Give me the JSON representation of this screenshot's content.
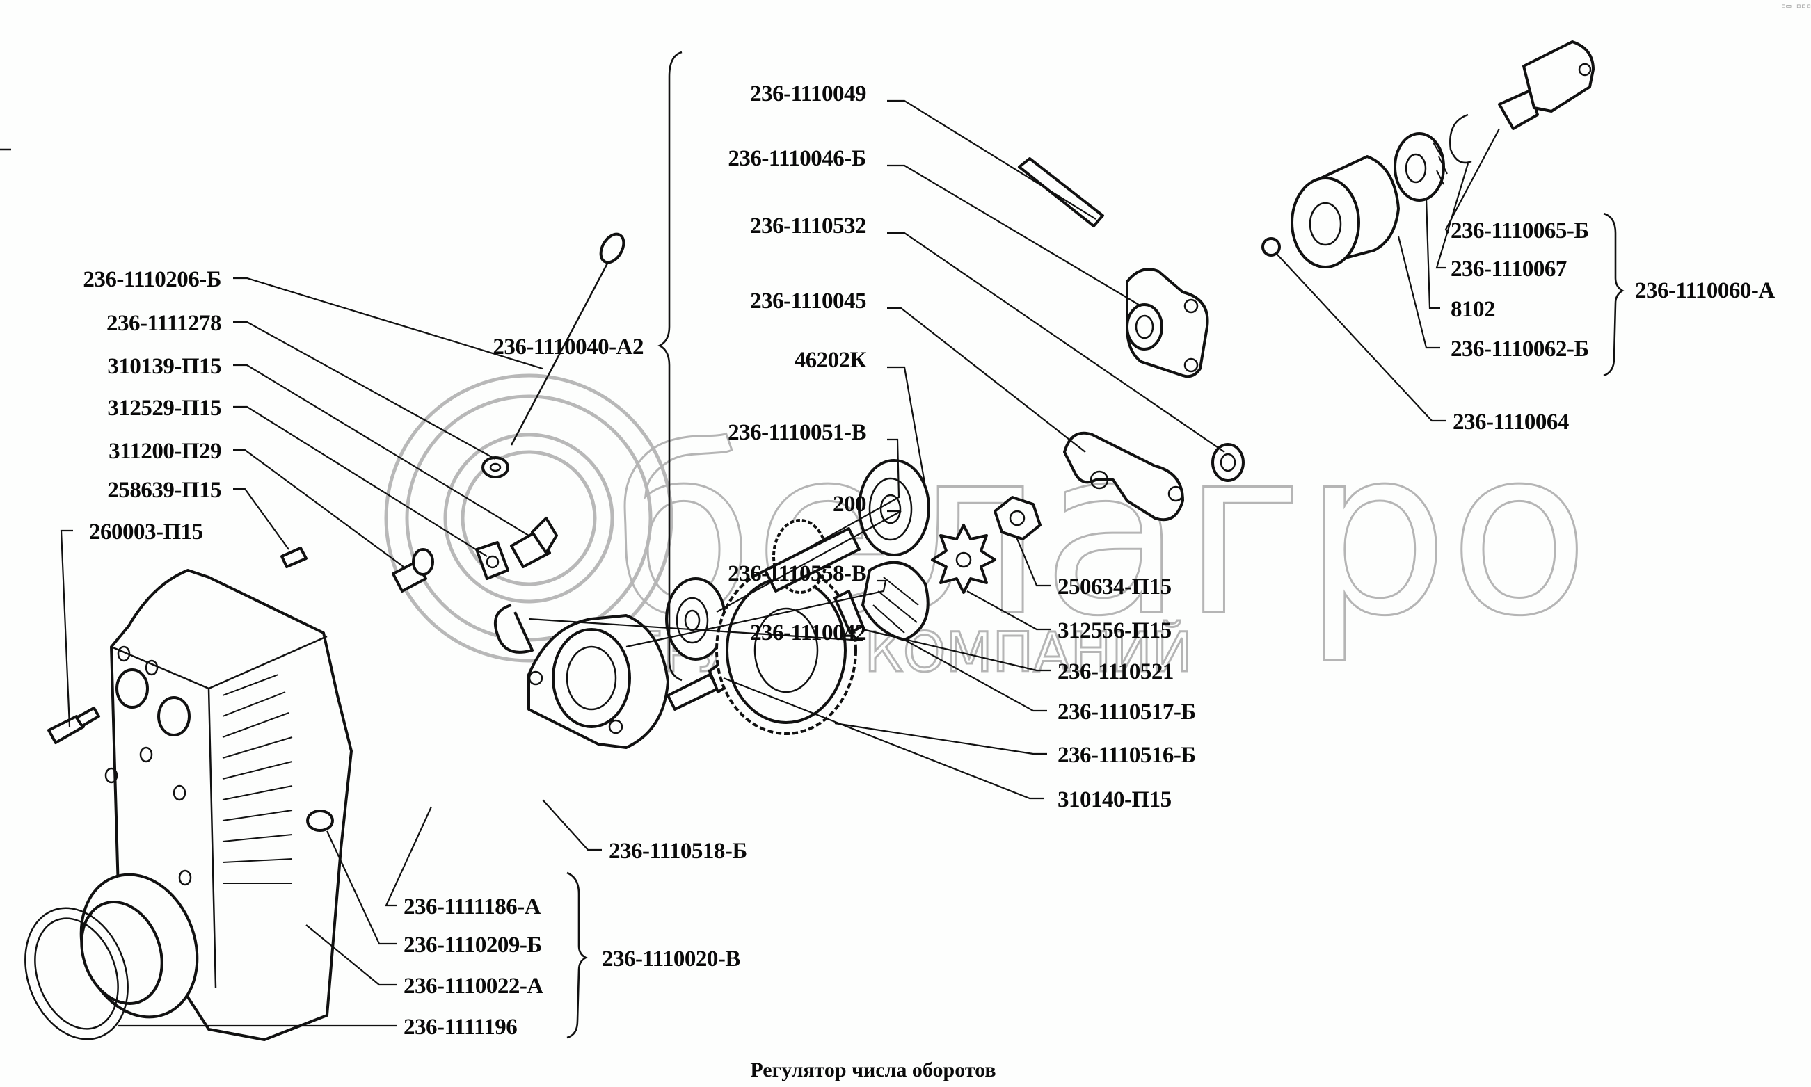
{
  "diagram": {
    "title": "Регулятор числа оборотов",
    "watermark": {
      "brand": "белагро",
      "tagline": "ГРУППА КОМПАНИЙ",
      "color": "#b8b8b8"
    },
    "corner_mark": "▫▭ ▫▫▫",
    "groups": [
      {
        "id": "top-center",
        "assembly_label": "236-1110040-А2",
        "parts": [
          "236-1110049",
          "236-1110046-Б",
          "236-1110532",
          "236-1110045",
          "46202К",
          "236-1110051-В",
          "200",
          "236-1110558-В",
          "236-1110042"
        ]
      },
      {
        "id": "left",
        "assembly_label": "",
        "parts": [
          "236-1110206-Б",
          "236-1111278",
          "310139-П15",
          "312529-П15",
          "311200-П29",
          "258639-П15",
          "260003-П15"
        ]
      },
      {
        "id": "right-middle",
        "assembly_label": "",
        "parts": [
          "250634-П15",
          "312556-П15",
          "236-1110521",
          "236-1110517-Б",
          "236-1110516-Б",
          "310140-П15"
        ]
      },
      {
        "id": "upper-right",
        "assembly_label": "236-1110060-А",
        "parts": [
          "236-1110065-Б",
          "236-1110067",
          "8102",
          "236-1110062-Б"
        ]
      },
      {
        "id": "upper-right-single",
        "assembly_label": "",
        "parts": [
          "236-1110064"
        ]
      },
      {
        "id": "bottom-single",
        "assembly_label": "",
        "parts": [
          "236-1110518-Б"
        ]
      },
      {
        "id": "bottom",
        "assembly_label": "236-1110020-В",
        "parts": [
          "236-1111186-А",
          "236-1110209-Б",
          "236-1110022-А",
          "236-1111196"
        ]
      }
    ]
  }
}
